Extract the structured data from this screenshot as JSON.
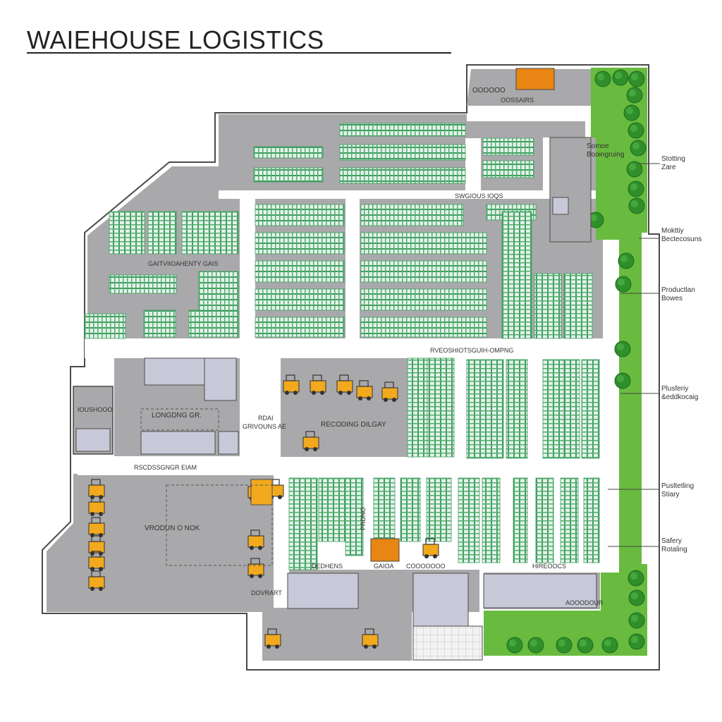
{
  "title": "WAIEHOUSE LOGISTICS",
  "zones": {
    "top_office": "OOOOOO",
    "top_stairs": "OOSSAIRS",
    "upper_center": "SWGIOUS IOQS",
    "upper_left": "GAITVIIOAHENTY GAIS",
    "cross_aisle": "RVEOSHIOTSGUIH-OMPNG",
    "left_small_room": "IOUSHOOO",
    "loading_area": "LONGDNG GR.",
    "loading_notes": "RDAI\nGRIVOUNS AE",
    "receiving": "RECODING DILGAY",
    "lower_cross": "RSCDSSGNGR EIAM",
    "vrodun": "VRODUN O NOK",
    "dovrart": "DOVRART",
    "bottom_labels": [
      "DEDHENS",
      "GAIOA",
      "COOOOOOO",
      "HIREOOCS",
      "AOOODOUR"
    ],
    "vertical_label": "PRDNO",
    "storage_zone": "Somoe\nBooingruing"
  },
  "legend": [
    "Stotting\nZare",
    "Mokttiy\nBectecosuns",
    "Productlan\nBowes",
    "Plusferiy\n&eddkocaig",
    "Pusltetling\nStiary",
    "Safery\nRotaling"
  ],
  "colors": {
    "floor": "#a9a9ab",
    "wall": "#4a4a4a",
    "aisle": "#ffffff",
    "rack": "#4fae70",
    "rack_light": "#d6ecdc",
    "green_zone": "#69bb3f",
    "tree": "#2f8f2b",
    "forklift": "#f2a91d",
    "office": "#c8c9d8",
    "orange": "#e98512"
  }
}
